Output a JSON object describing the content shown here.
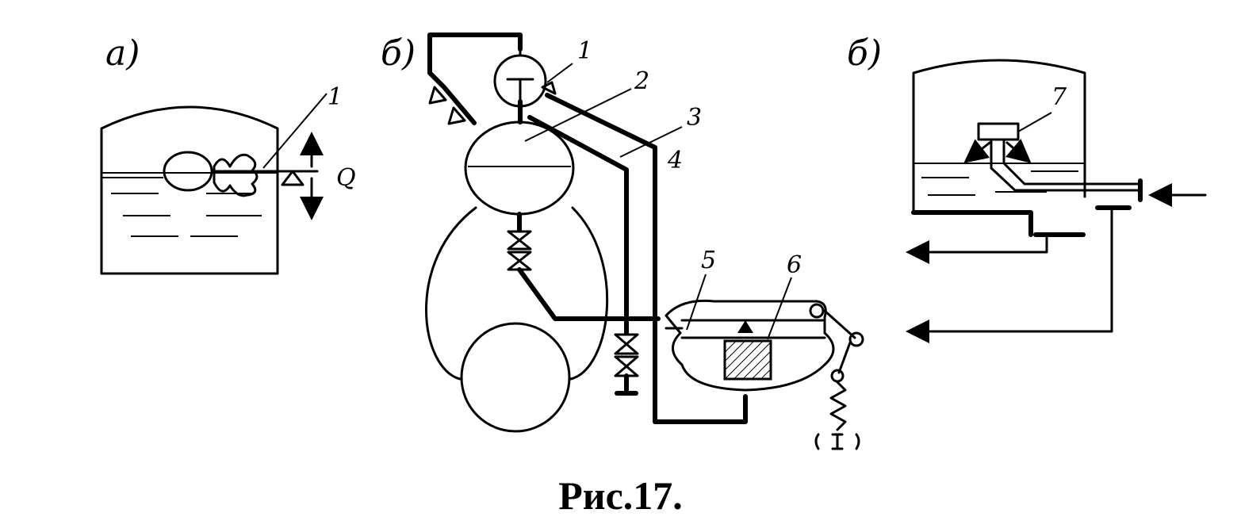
{
  "figure": {
    "caption": "Рис.17.",
    "panels": {
      "a": {
        "label": "a)",
        "callouts": [
          "1"
        ],
        "symbol": "Q"
      },
      "b": {
        "label": "б)",
        "callouts": [
          "1",
          "2",
          "3",
          "4",
          "5",
          "6"
        ]
      },
      "c": {
        "label": "б)",
        "callouts": [
          "7"
        ]
      }
    }
  }
}
